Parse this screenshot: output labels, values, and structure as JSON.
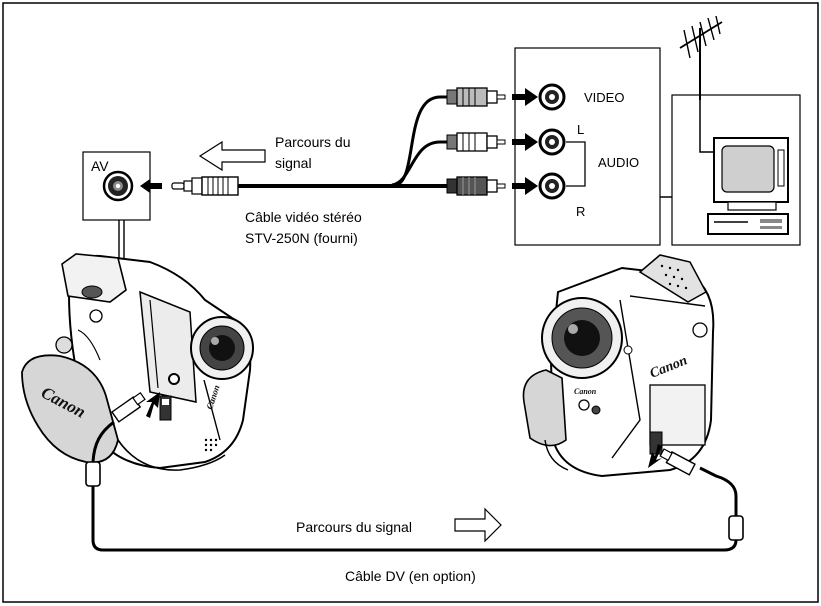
{
  "tv_panel": {
    "video_label": "VIDEO",
    "audio_l_label": "L",
    "audio_label": "AUDIO",
    "audio_r_label": "R"
  },
  "av_terminal": {
    "label": "AV"
  },
  "signal_path_top": {
    "line1": "Parcours du",
    "line2": "signal"
  },
  "stereo_cable": {
    "line1": "Câble vidéo stéréo",
    "line2": "STV-250N (fourni)"
  },
  "signal_path_bottom": {
    "label": "Parcours du signal"
  },
  "dv_cable": {
    "label": "Câble DV (en option)"
  },
  "brand": {
    "logo_text": "Canon"
  }
}
